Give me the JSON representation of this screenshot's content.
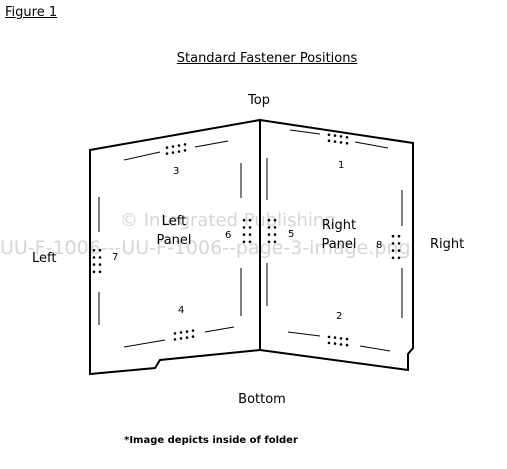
{
  "figure_label": "Figure 1",
  "title": "Standard Fastener Positions",
  "labels": {
    "top": "Top",
    "bottom": "Bottom",
    "left": "Left",
    "right": "Right",
    "left_panel_line1": "Left",
    "left_panel_line2": "Panel",
    "right_panel_line1": "Right",
    "right_panel_line2": "Panel"
  },
  "positions": {
    "p1": "1",
    "p2": "2",
    "p3": "3",
    "p4": "4",
    "p5": "5",
    "p6": "6",
    "p7": "7",
    "p8": "8"
  },
  "footnote": "*Image depicts inside of folder",
  "watermark": {
    "line1": "© Integrated Publishing",
    "line2": "UU-F-1006---UU-F-1006--page-3-image.png"
  }
}
